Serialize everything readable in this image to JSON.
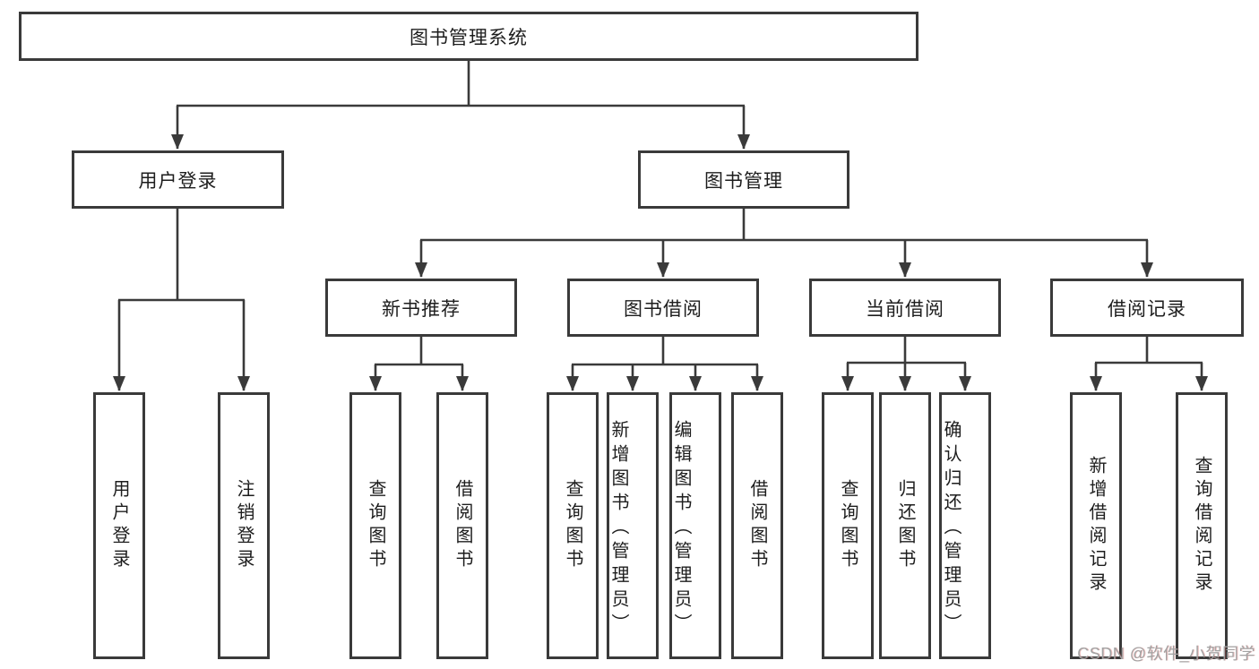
{
  "diagram_title": "图书管理系统",
  "colors": {
    "line": "#3a3a3a",
    "box_border": "#3a3a3a",
    "box_background": "#ffffff",
    "text": "#1d1d1d",
    "watermark": "#a3a3a3"
  },
  "nodes": {
    "root": {
      "label": "图书管理系统"
    },
    "level2": {
      "user_login": {
        "label": "用户登录"
      },
      "book_management": {
        "label": "图书管理"
      }
    },
    "level3": {
      "new_book_recommend": {
        "label": "新书推荐"
      },
      "book_borrowing": {
        "label": "图书借阅"
      },
      "current_borrowing": {
        "label": "当前借阅"
      },
      "borrowing_records": {
        "label": "借阅记录"
      }
    },
    "leaves": [
      {
        "label": "用户登录"
      },
      {
        "label": "注销登录"
      },
      {
        "label": "查询图书"
      },
      {
        "label": "借阅图书"
      },
      {
        "label": "查询图书"
      },
      {
        "label": "新增图书（管理员）"
      },
      {
        "label": "编辑图书（管理员）"
      },
      {
        "label": "借阅图书"
      },
      {
        "label": "查询图书"
      },
      {
        "label": "归还图书"
      },
      {
        "label": "确认归还（管理员）"
      },
      {
        "label": "新增借阅记录"
      },
      {
        "label": "查询借阅记录"
      }
    ]
  },
  "watermark": "CSDN @软件_小贺同学"
}
